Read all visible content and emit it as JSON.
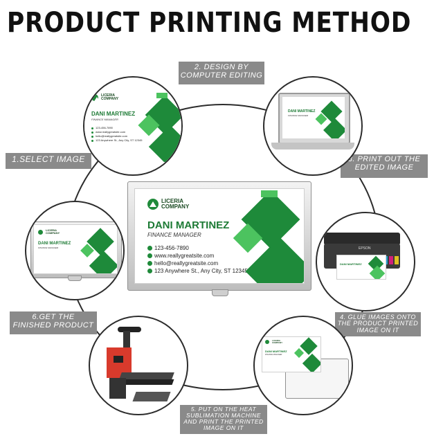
{
  "title": "PRODUCT PRINTING METHOD",
  "steps": {
    "step1": "1.SELECT IMAGE",
    "step2": [
      "2. DESIGN BY",
      "COMPUTER EDITING"
    ],
    "step3": [
      "3. PRINT OUT THE",
      "EDITED IMAGE"
    ],
    "step4": [
      "4. GLUE IMAGES ONTO",
      "THE PRODUCT PRINTED",
      "IMAGE ON IT"
    ],
    "step5": [
      "5. PUT ON THE HEAT",
      "SUBLIMATION MACHINE",
      "AND PRINT THE PRINTED",
      "IMAGE ON IT"
    ],
    "step6": [
      "6.GET THE",
      "FINISHED PRODUCT"
    ]
  },
  "card": {
    "company": [
      "LICERIA",
      "COMPANY"
    ],
    "name": "DANI MARTINEZ",
    "role": "FINANCE MANAGER",
    "phone": "123-456-7890",
    "website": "www.reallygreatsite.com",
    "email": "hello@reallygreatsite.com",
    "address": "123 Anywhere St., Any City, ST 12345"
  },
  "printer": {
    "brand": "EPSON"
  },
  "colors": {
    "green_dark": "#1e8a3a",
    "green_light": "#4cc35f",
    "label_gray": "#8a8a8a",
    "ring": "#2c2c2c"
  }
}
